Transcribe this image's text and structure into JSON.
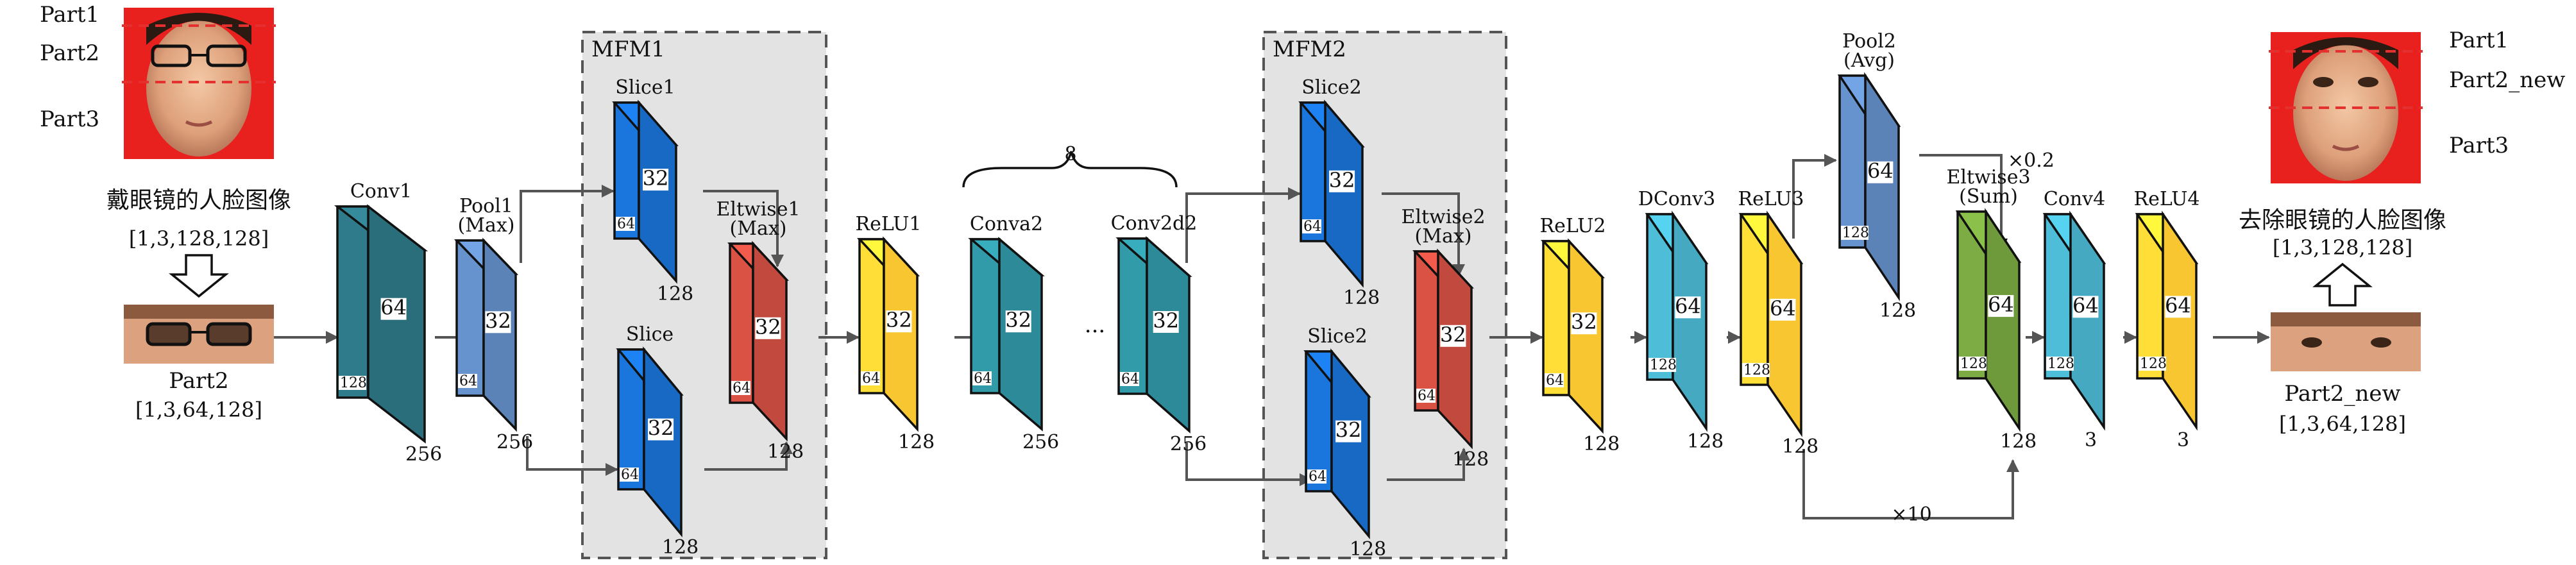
{
  "colors": {
    "conv1": "#2a6e7c",
    "pool1": "#5b83b8",
    "slice": "#1769c4",
    "eltwise": "#c2493d",
    "relu": "#f7c631",
    "conva": "#2d8a98",
    "dconv": "#45a9c1",
    "pool2": "#5b83b8",
    "eltwise3": "#6f9a3c",
    "arrow": "#555555",
    "part_line": "#e53030",
    "mfm_box": "#e3e3e3"
  },
  "left": {
    "part_labels": [
      "Part1",
      "Part2",
      "Part3"
    ],
    "caption": "戴眼镜的人脸图像",
    "caption_size": "[1,3,128,128]",
    "part_label": "Part2",
    "part_size": "[1,3,64,128]"
  },
  "right": {
    "part_labels": [
      "Part1",
      "Part2_new",
      "Part3"
    ],
    "caption": "去除眼镜的人脸图像",
    "caption_size": "[1,3,128,128]",
    "part_label": "Part2_new",
    "part_size": "[1,3,64,128]"
  },
  "mfm": [
    "MFM1",
    "MFM2"
  ],
  "blocks": [
    {
      "title": "Conv1",
      "front": "64",
      "depth": "128",
      "width": "256"
    },
    {
      "title": "Pool1",
      "subtitle": "(Max)",
      "front": "32",
      "depth": "64",
      "width": "256"
    },
    {
      "title": "Slice1",
      "front": "32",
      "depth": "64",
      "width": "128"
    },
    {
      "title": "Slice",
      "front": "32",
      "depth": "64",
      "width": "128"
    },
    {
      "title": "Eltwise1",
      "subtitle": "(Max)",
      "front": "32",
      "depth": "64",
      "width": "128"
    },
    {
      "title": "ReLU1",
      "front": "32",
      "depth": "64",
      "width": "128"
    },
    {
      "title": "Conva2",
      "front": "32",
      "depth": "64",
      "width": "256"
    },
    {
      "title": "Conv2d2",
      "front": "32",
      "depth": "64",
      "width": "256"
    },
    {
      "title": "Slice2",
      "front": "32",
      "depth": "64",
      "width": "128"
    },
    {
      "title": "Slice2",
      "front": "32",
      "depth": "64",
      "width": "128"
    },
    {
      "title": "Eltwise2",
      "subtitle": "(Max)",
      "front": "32",
      "depth": "64",
      "width": "128"
    },
    {
      "title": "ReLU2",
      "front": "32",
      "depth": "64",
      "width": "128"
    },
    {
      "title": "DConv3",
      "front": "64",
      "depth": "128",
      "width": "128"
    },
    {
      "title": "ReLU3",
      "front": "64",
      "depth": "128",
      "width": "128"
    },
    {
      "title": "Pool2",
      "subtitle": "(Avg)",
      "front": "64",
      "depth": "128",
      "width": "128"
    },
    {
      "title": "Eltwise3",
      "subtitle": "(Sum)",
      "front": "64",
      "depth": "128",
      "width": "128"
    },
    {
      "title": "Conv4",
      "front": "64",
      "depth": "128",
      "width": "3"
    },
    {
      "title": "ReLU4",
      "front": "64",
      "depth": "128",
      "width": "3"
    }
  ],
  "annotations": {
    "repeat": "8",
    "ellipsis": "...",
    "pool_scale": "×0.2",
    "skip_scale": "×10"
  }
}
